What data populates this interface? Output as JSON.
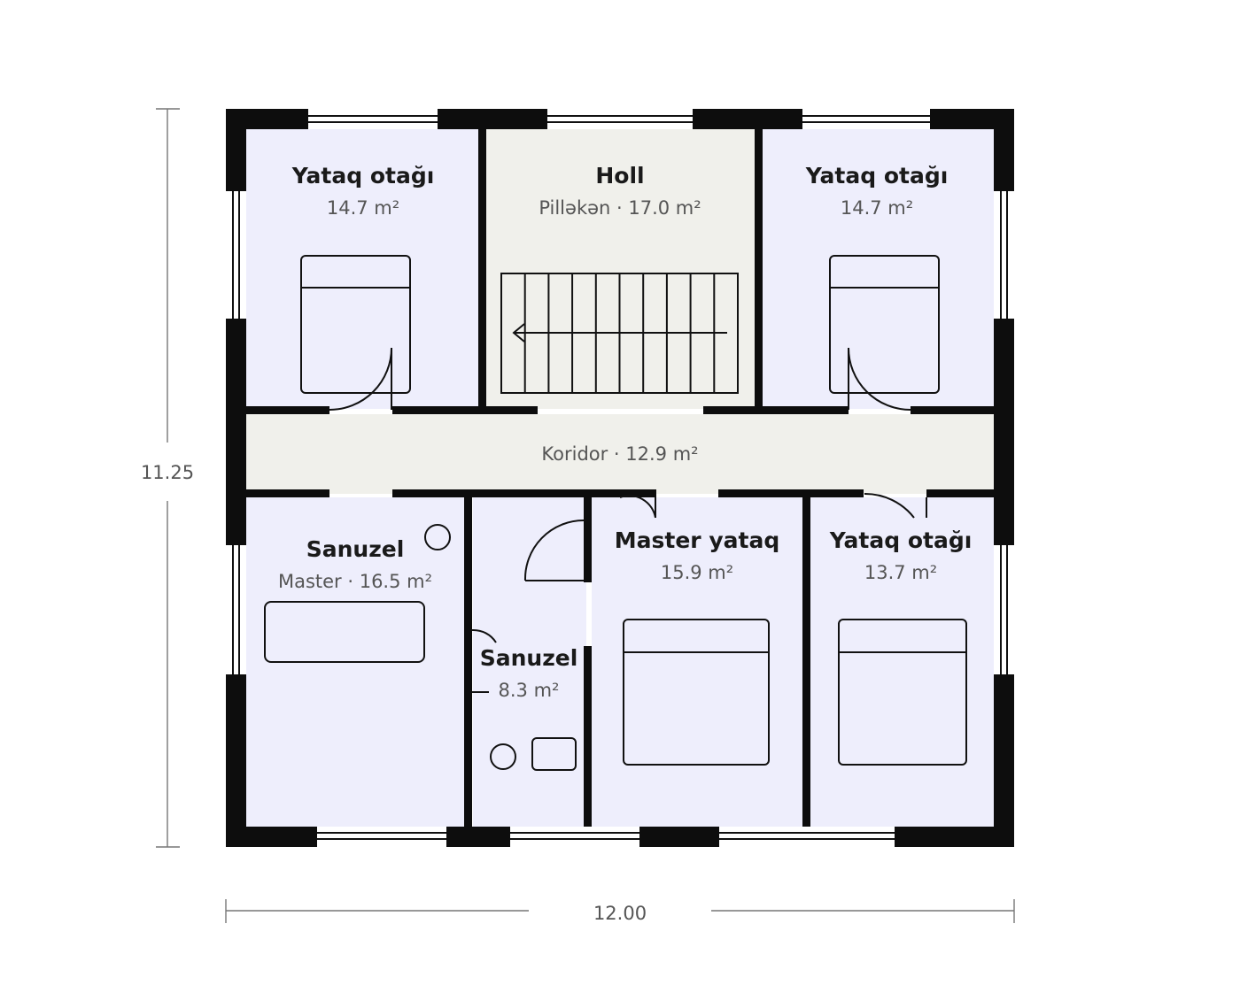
{
  "plan": {
    "colors": {
      "bedroom": "#EEEEFC",
      "service": "#F0F0EB",
      "wall": "#0D0D0D"
    },
    "rooms": {
      "bed1": {
        "name": "Yataq otağı",
        "area": "14.7 m²"
      },
      "holl": {
        "name": "Holl",
        "area": "Pilləkən · 17.0 m²"
      },
      "bed2": {
        "name": "Yataq otağı",
        "area": "14.7 m²"
      },
      "koridor": {
        "area": "Koridor · 12.9 m²"
      },
      "sanuzel_master": {
        "name": "Sanuzel",
        "area": "Master · 16.5 m²"
      },
      "sanuzel": {
        "name": "Sanuzel",
        "area": "8.3 m²"
      },
      "master": {
        "name": "Master yataq",
        "area": "15.9 m²"
      },
      "bed3": {
        "name": "Yataq otağı",
        "area": "13.7 m²"
      }
    },
    "dimensions": {
      "height": "11.25",
      "width": "12.00"
    }
  }
}
